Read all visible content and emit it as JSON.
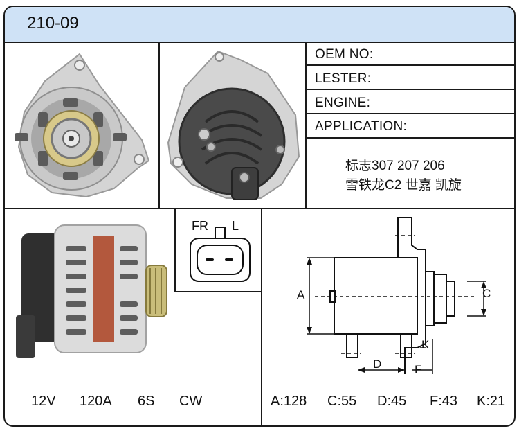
{
  "title": "210-09",
  "info": {
    "oem_label": "OEM NO:",
    "lester_label": "LESTER:",
    "engine_label": "ENGINE:",
    "application_label": "APPLICATION:",
    "application_lines": [
      "标志307 207 206",
      "雪铁龙C2 世嘉 凯旋"
    ]
  },
  "connector": {
    "left_pin": "FR",
    "right_pin": "L"
  },
  "specs": [
    "12V",
    "120A",
    "6S",
    "CW"
  ],
  "dimensions": [
    "A:128",
    "C:55",
    "D:45",
    "F:43",
    "K:21"
  ],
  "drawing_labels": {
    "a": "A",
    "c": "C",
    "d": "D",
    "f": "F",
    "k": "K"
  }
}
